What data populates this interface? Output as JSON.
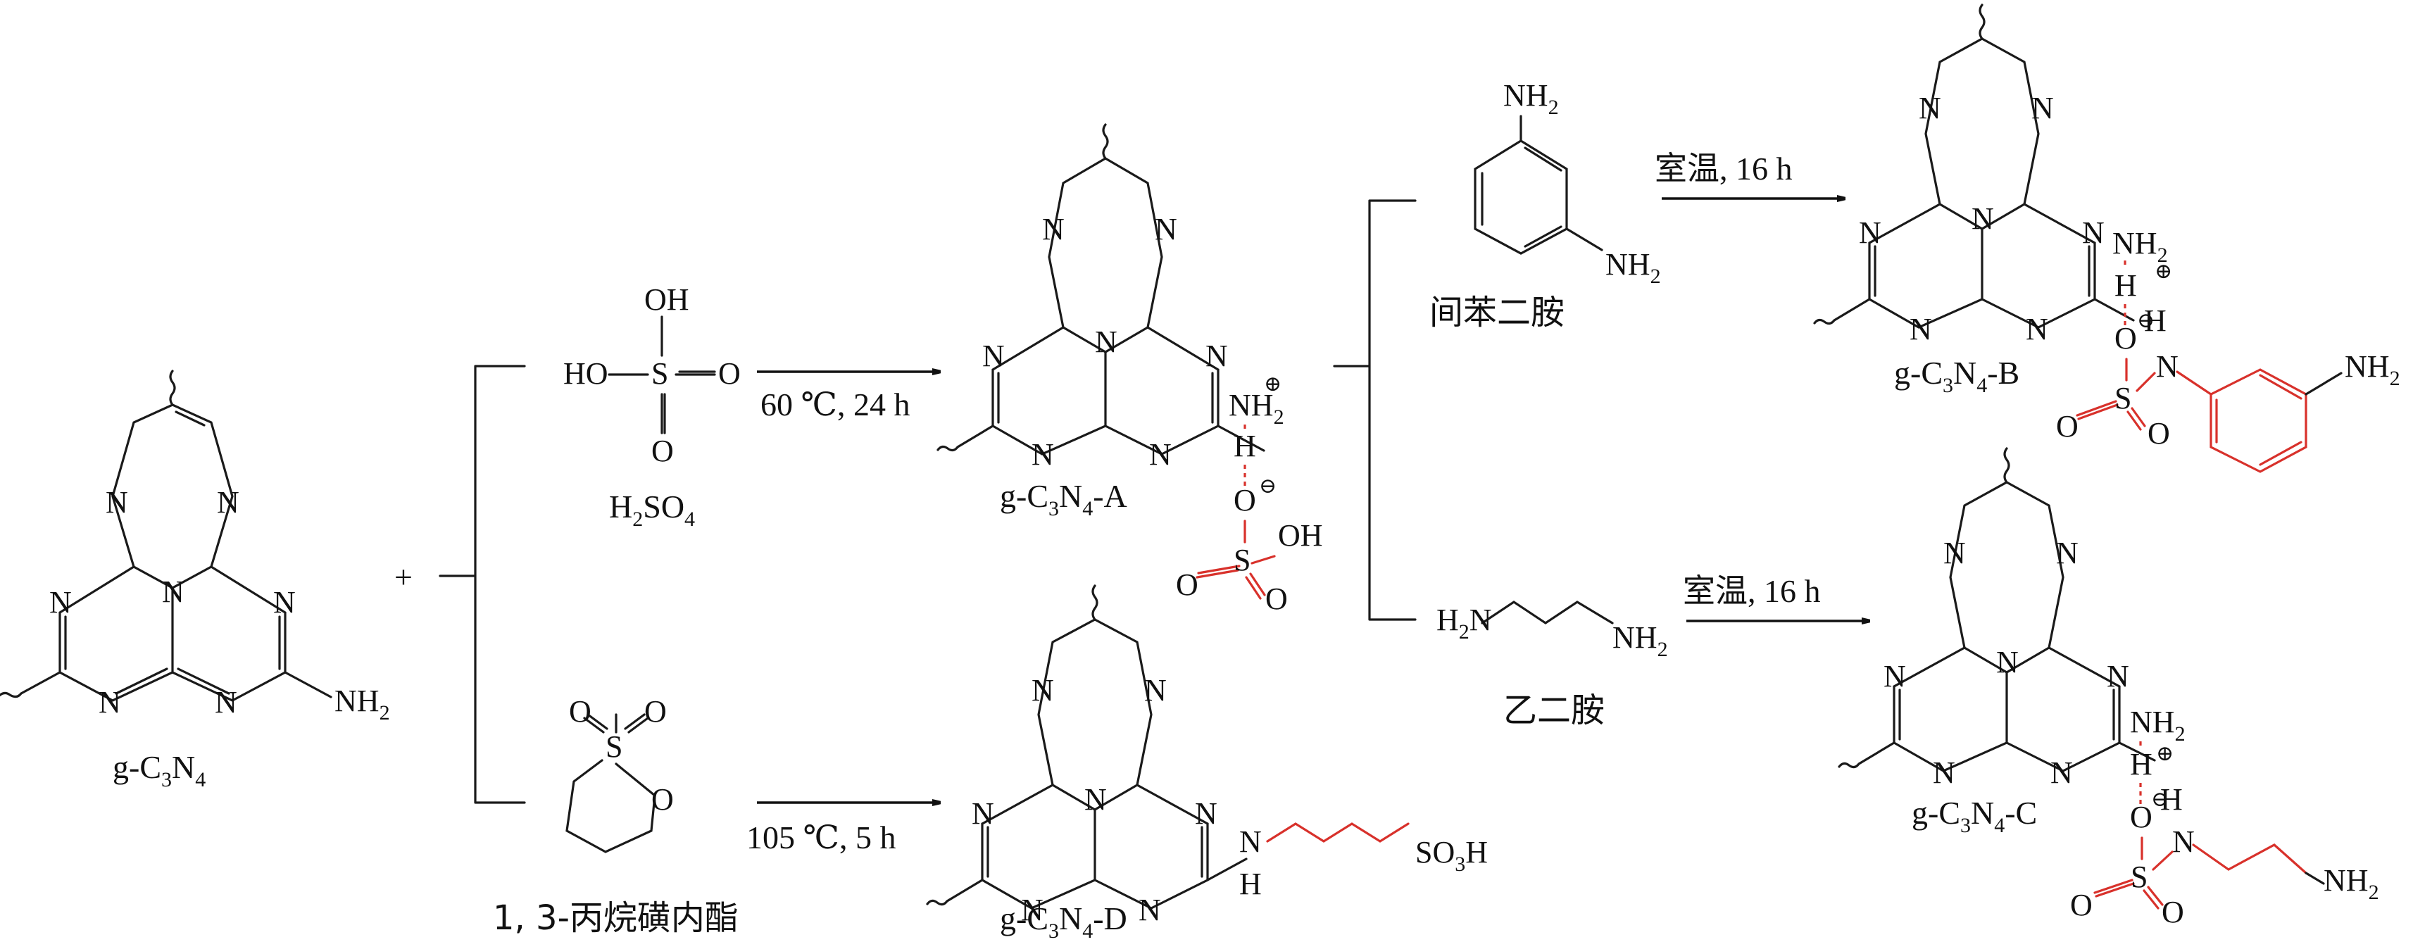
{
  "compounds": {
    "gcn": {
      "label": "g-C",
      "sub3": "3",
      "n": "N",
      "sub4": "4"
    },
    "gcnA": {
      "label": "g-C",
      "sub3": "3",
      "n": "N",
      "sub4": "4",
      "suffix": "-A"
    },
    "gcnB": {
      "label": "g-C",
      "sub3": "3",
      "n": "N",
      "sub4": "4",
      "suffix": "-B"
    },
    "gcnC": {
      "label": "g-C",
      "sub3": "3",
      "n": "N",
      "sub4": "4",
      "suffix": "-C"
    },
    "gcnD": {
      "label": "g-C",
      "sub3": "3",
      "n": "N",
      "sub4": "4",
      "suffix": "-D"
    },
    "h2so4": {
      "h": "H",
      "sub2": "2",
      "so": "SO",
      "sub4": "4"
    },
    "sultone": "1, 3-丙烷磺内酯",
    "mpd": "间苯二胺",
    "eda": "乙二胺"
  },
  "conditions": {
    "a": "60 ℃, 24 h",
    "d": "105 ℃, 5 h",
    "b": "室温, 16 h",
    "c": "室温, 16 h"
  },
  "plus": "+",
  "atoms": {
    "N": "N",
    "H": "H",
    "O": "O",
    "S": "S",
    "OH": "OH",
    "HO": "HO",
    "NH": "NH",
    "sub2": "2",
    "H2N": "H",
    "N_": "N",
    "SO": "SO",
    "sub3": "3",
    "Hsuffix": "H",
    "plus_charge": "⊕",
    "minus_charge": "⊖"
  },
  "colors": {
    "ink": "#111111",
    "accent": "#d8312b"
  }
}
